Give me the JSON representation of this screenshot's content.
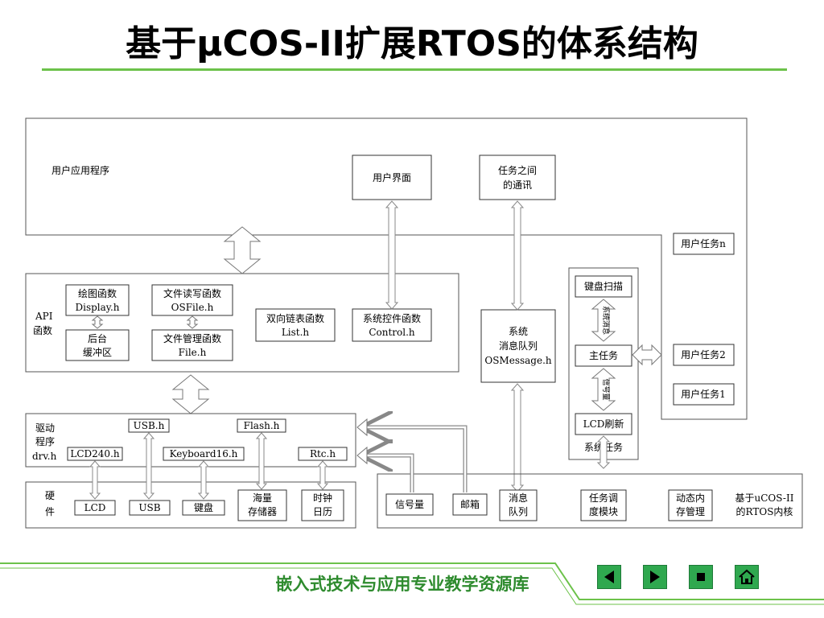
{
  "title": "基于μCOS-II扩展RTOS的体系结构",
  "footer": "嵌入式技术与应用专业教学资源库",
  "nav": [
    "prev-button",
    "next-button",
    "stop-button",
    "home-button"
  ],
  "colors": {
    "accent_green": "#6cc24a",
    "footer_text": "#2e8b2e",
    "nav_button": "#2fa84f"
  },
  "diagram": {
    "user_app": "用户应用程序",
    "user_interface": "用户界面",
    "inter_task_comm": [
      "任务之间",
      "的通讯"
    ],
    "user_task_n": "用户任务n",
    "user_task_2": "用户任务2",
    "user_task_1": "用户任务1",
    "api_label": [
      "API",
      "函数"
    ],
    "draw_func": [
      "绘图函数",
      "Display.h"
    ],
    "file_rw_func": [
      "文件读写函数",
      "OSFile.h"
    ],
    "backstage_buffer": [
      "后台",
      "缓冲区"
    ],
    "file_mgmt_func": [
      "文件管理函数",
      "File.h"
    ],
    "list_func": [
      "双向链表函数",
      "List.h"
    ],
    "control_func": [
      "系统控件函数",
      "Control.h"
    ],
    "sys_msg_queue": [
      "系统",
      "消息队列",
      "OSMessage.h"
    ],
    "key_scan": "键盘扫描",
    "sys_msg_small": "系统消息",
    "main_task": "主任务",
    "semaphore_small": "信号量",
    "lcd_refresh": "LCD刷新",
    "sys_task": "系统任务",
    "driver_label": [
      "驱动",
      "程序",
      "drv.h"
    ],
    "usb_h": "USB.h",
    "flash_h": "Flash.h",
    "lcd240_h": "LCD240.h",
    "keyboard16_h": "Keyboard16.h",
    "rtc_h": "Rtc.h",
    "hardware_label": [
      "硬",
      "件"
    ],
    "hw_lcd": "LCD",
    "hw_usb": "USB",
    "hw_keyboard": "键盘",
    "hw_storage": [
      "海量",
      "存储器"
    ],
    "hw_clock": [
      "时钟",
      "日历"
    ],
    "semaphore": "信号量",
    "mailbox": "邮箱",
    "msg_queue": [
      "消息",
      "队列"
    ],
    "task_scheduler": [
      "任务调",
      "度模块"
    ],
    "dyn_mem": [
      "动态内",
      "存管理"
    ],
    "rtos_kernel": [
      "基于uCOS-II",
      "的RTOS内核"
    ]
  }
}
